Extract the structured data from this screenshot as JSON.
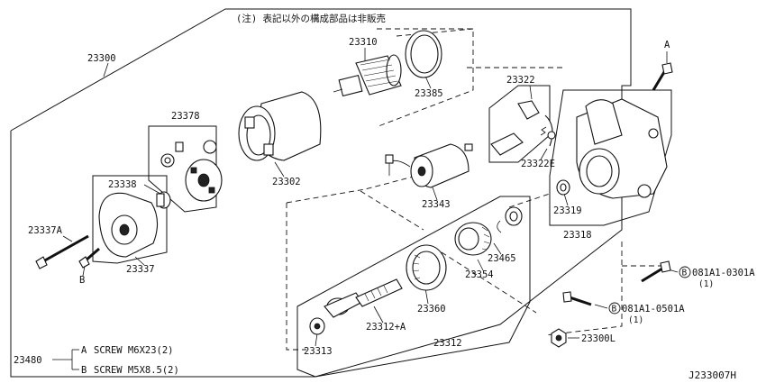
{
  "note": "(注) 表記以外の構成部品は非販売",
  "diagram_code": "J233007H",
  "markers": {
    "a": "A",
    "b": "B"
  },
  "parts": {
    "p23300": "23300",
    "p23310": "23310",
    "p23385": "23385",
    "p23378": "23378",
    "p23302": "23302",
    "p23338": "23338",
    "p23337A": "23337A",
    "p23337": "23337",
    "p23322": "23322",
    "p23322E": "23322E",
    "p23343": "23343",
    "p23319": "23319",
    "p23318": "23318",
    "p23465": "23465",
    "p23354": "23354",
    "p23360": "23360",
    "p23312A": "23312+A",
    "p23312": "23312",
    "p23313": "23313",
    "p23300L": "23300L",
    "p23480": "23480"
  },
  "bolts": {
    "b1": {
      "ref": "B",
      "code": "081A1-0301A",
      "qty": "(1)"
    },
    "b2": {
      "ref": "B",
      "code": "081A1-0501A",
      "qty": "(1)"
    }
  },
  "screws": {
    "a": {
      "ref": "A",
      "text": "SCREW M6X23(2)"
    },
    "b": {
      "ref": "B",
      "text": "SCREW M5X8.5(2)"
    }
  }
}
